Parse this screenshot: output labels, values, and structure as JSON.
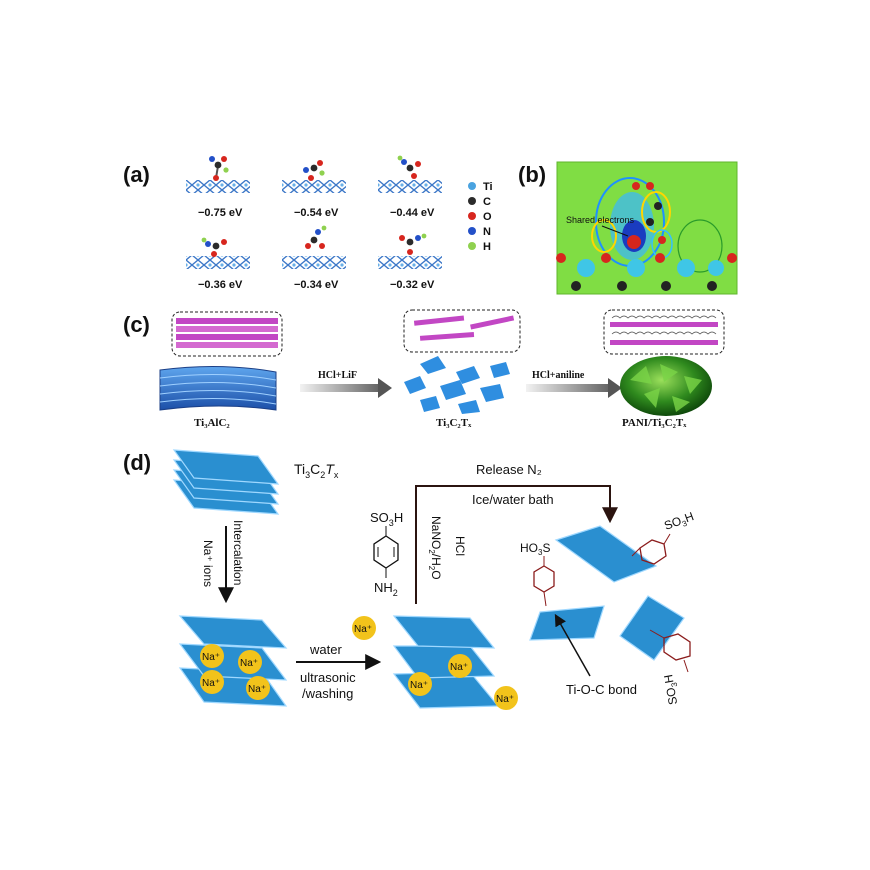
{
  "panel_a": {
    "label": "(a)",
    "energies": [
      "−0.75 eV",
      "−0.54 eV",
      "−0.44 eV",
      "−0.36 eV",
      "−0.34 eV",
      "−0.32 eV"
    ],
    "legend": [
      {
        "symbol": "Ti",
        "color": "#4aa3e0"
      },
      {
        "symbol": "C",
        "color": "#2b2b2b"
      },
      {
        "symbol": "O",
        "color": "#d7261e"
      },
      {
        "symbol": "N",
        "color": "#2350c8"
      },
      {
        "symbol": "H",
        "color": "#8fd14f"
      }
    ]
  },
  "panel_b": {
    "label": "(b)",
    "annotation": "Shared electrons",
    "background": "#80dd44"
  },
  "panel_c": {
    "label": "(c)",
    "materials": [
      "Ti₃AlC₂",
      "Ti₃C₂Tₓ",
      "PANI/Ti₃C₂Tₓ"
    ],
    "arrow_labels": [
      "HCl+LiF",
      "HCl+aniline"
    ]
  },
  "panel_d": {
    "label": "(d)",
    "material": "Ti3C2Tx",
    "intercalation_label": "Intercalation",
    "ions_label": "Na⁺ ions",
    "na_label": "Na⁺",
    "wash_label_1": "water",
    "wash_label_2": "ultrasonic",
    "wash_label_3": "/washing",
    "release_label": "Release N₂",
    "bath_label": "Ice/water bath",
    "reagent_1": "HCl",
    "reagent_2": "NaNO₂/H₂O",
    "so3h": "SO₃H",
    "nh2": "NH₂",
    "ho3s": "HO₃S",
    "bond_label": "Ti-O-C bond",
    "sheet_color": "#2a8fd0"
  }
}
